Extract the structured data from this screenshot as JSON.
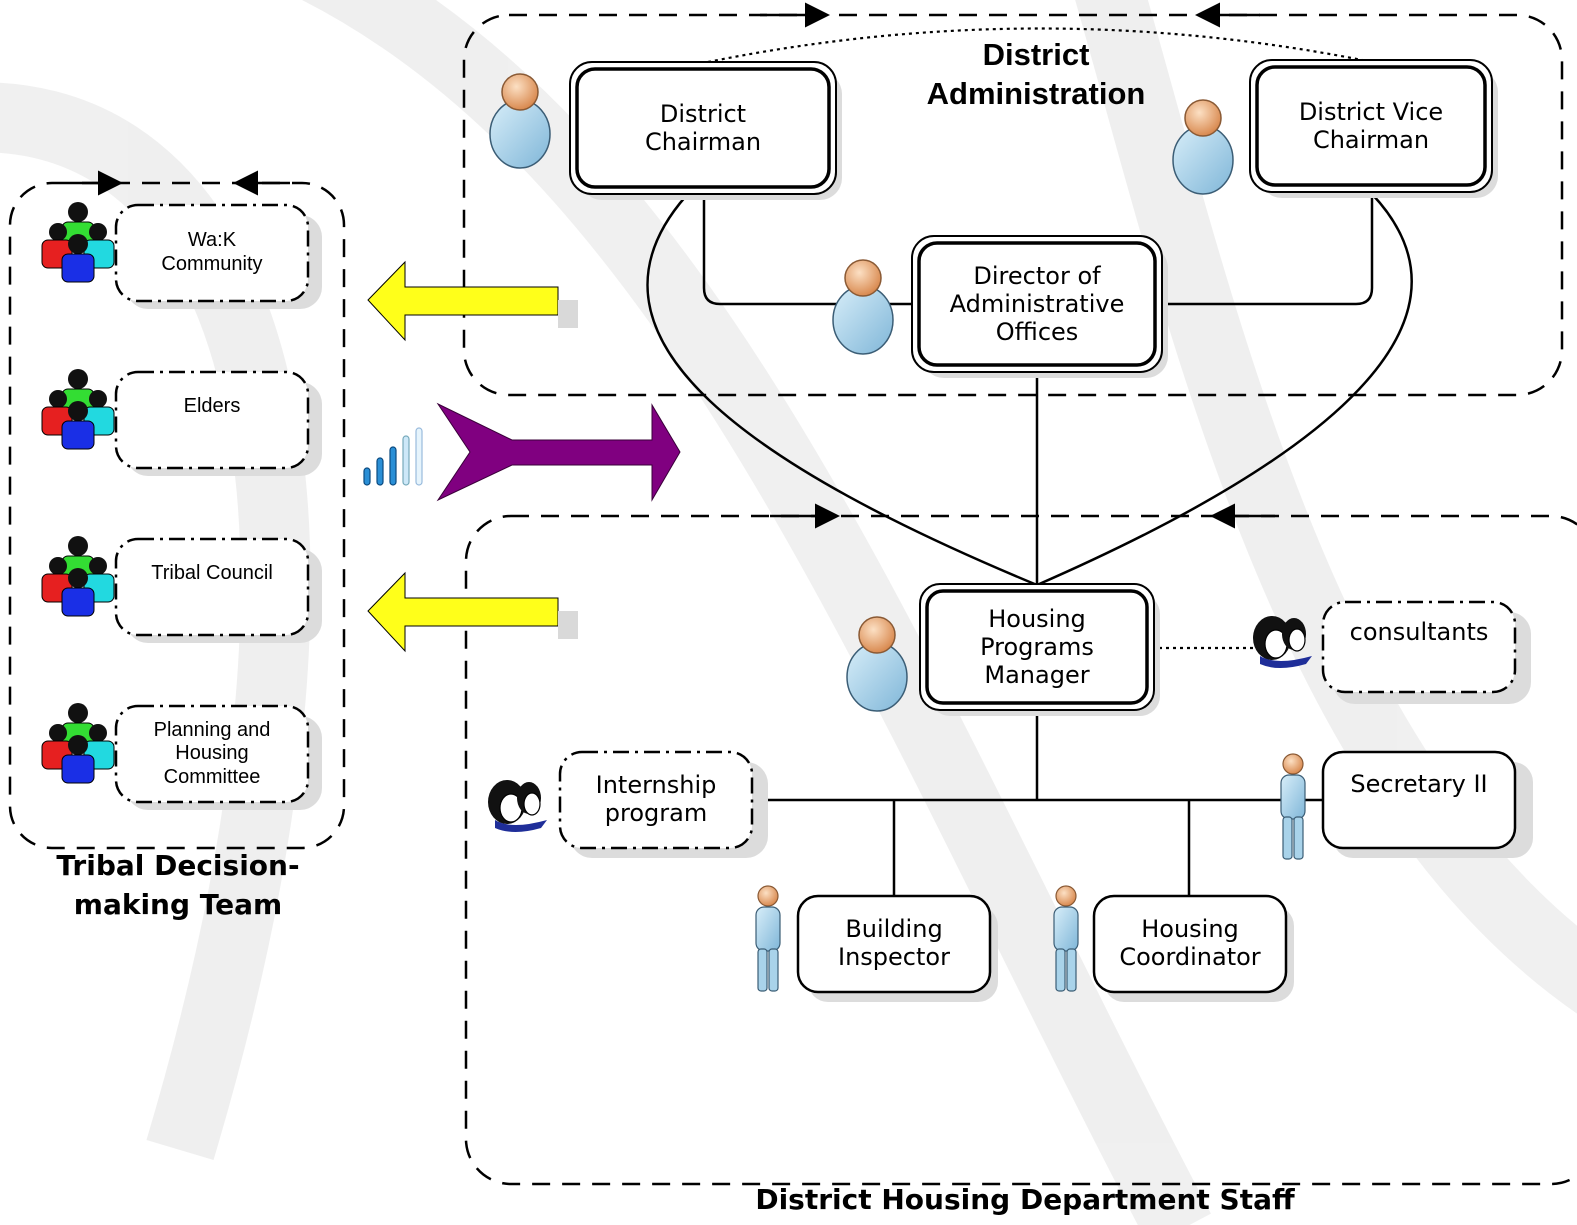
{
  "administration": {
    "title_line1": "District",
    "title_line2": "Administration",
    "chairman": [
      "District",
      "Chairman"
    ],
    "vice_chairman": [
      "District Vice",
      "Chairman"
    ],
    "director": [
      "Director of",
      "Administrative",
      "Offices"
    ]
  },
  "housing_department": {
    "title": "District Housing Department Staff",
    "manager": [
      "Housing",
      "Programs",
      "Manager"
    ],
    "consultants": "consultants",
    "internship": [
      "Internship",
      "program"
    ],
    "secretary": "Secretary II",
    "building_inspector": [
      "Building",
      "Inspector"
    ],
    "housing_coordinator": [
      "Housing",
      "Coordinator"
    ]
  },
  "tribal_team": {
    "title_line1": "Tribal Decision-",
    "title_line2": "making Team",
    "members": [
      [
        "Wa:K",
        "Community"
      ],
      [
        "Elders"
      ],
      [
        "Tribal Council"
      ],
      [
        "Planning and",
        "Housing",
        "Committee"
      ]
    ]
  },
  "colors": {
    "info_arrow": "#ffff1a",
    "decision_arrow": "#800080",
    "person_head": "#f0b07a",
    "person_body": "#a9d3ea",
    "signal_bars": "#2a8fd6"
  }
}
